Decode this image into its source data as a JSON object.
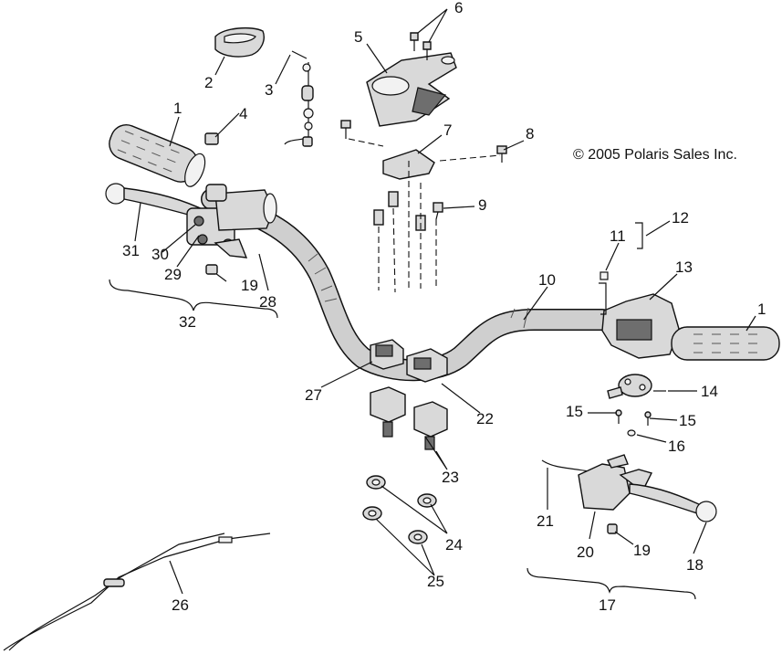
{
  "copyright": "© 2005 Polaris Sales Inc.",
  "callouts": [
    "1",
    "2",
    "3",
    "4",
    "5",
    "6",
    "7",
    "8",
    "9",
    "10",
    "11",
    "12",
    "13",
    "1",
    "14",
    "15",
    "15",
    "16",
    "17",
    "18",
    "19",
    "20",
    "21",
    "22",
    "23",
    "24",
    "25",
    "26",
    "27",
    "28",
    "29",
    "30",
    "31",
    "32",
    "19"
  ]
}
